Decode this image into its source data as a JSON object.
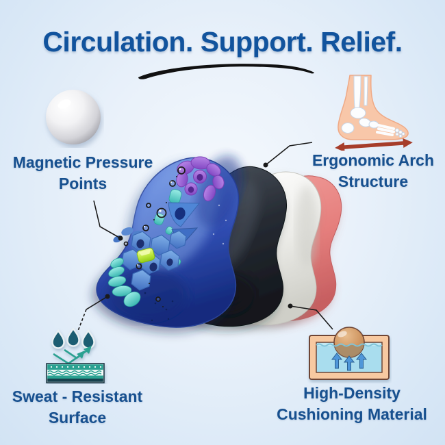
{
  "title": "Circulation. Support. Relief.",
  "colors": {
    "title_text": "#11539D",
    "label_text": "#17508F",
    "background": "#DBE9F7",
    "underline_swoosh": "#111111",
    "insole_top_layer_blue": "#3B5CC0",
    "insole_base_layer_dark": "#23272F",
    "insole_cushion_layer_white": "#EFEFEC",
    "insole_arch_support_pink": "#E47A78",
    "magnet_ball_silver": "#D3D3D8",
    "gem_green": "#B5E53A",
    "massage_nodes_purple": "#9C60D2",
    "massage_nodes_teal": "#5ED3CE",
    "water_drop_teal": "#1D5D72",
    "surface_teal": "#2AA191",
    "foot_skin": "#F8C7A9",
    "arch_arrow_red": "#A63D2A",
    "cushion_tray_peach": "#F7C9A1",
    "cushion_water_blue": "#A9DDEE",
    "cushion_ball_brown": "#C4895A",
    "cushion_arrow_blue": "#4F97D9"
  },
  "features": [
    {
      "id": "magnetic-pressure-points",
      "label": "Magnetic Pressure\nPoints",
      "icon": "silver-magnet-ball-icon"
    },
    {
      "id": "ergonomic-arch-structure",
      "label": "Ergonomic Arch\nStructure",
      "icon": "foot-arch-bones-icon"
    },
    {
      "id": "sweat-resistant-surface",
      "label": "Sweat - Resistant\nSurface",
      "icon": "water-drops-surface-icon"
    },
    {
      "id": "high-density-cushioning-material",
      "label": "High-Density\nCushioning Material",
      "icon": "ball-on-cushion-icon"
    }
  ],
  "illustration": {
    "name": "exploded-insole-layers",
    "layer_colors": [
      "blue",
      "dark",
      "white",
      "pink"
    ]
  }
}
